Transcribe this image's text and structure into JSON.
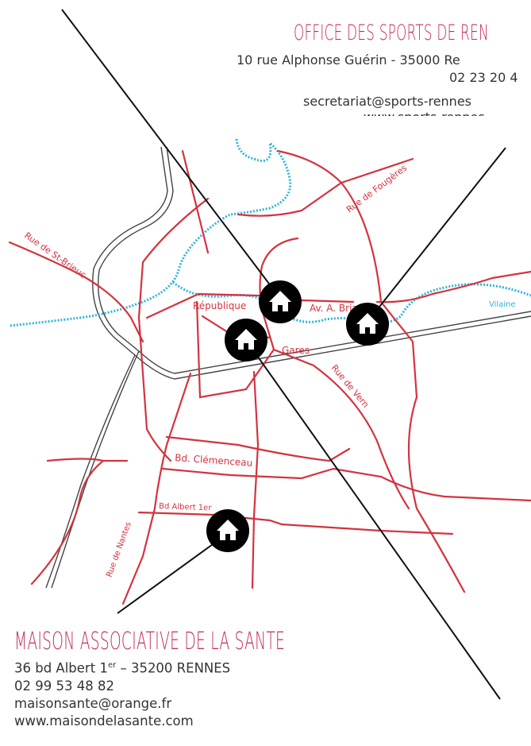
{
  "office": {
    "title": "OFFICE DES SPORTS DE REN",
    "address": "10 rue Alphonse Guérin - 35000 Re",
    "phone": "02 23 20 4",
    "email": "secretariat@sports-rennes",
    "website": "www.sports-rennes"
  },
  "maison": {
    "title": "MAISON ASSOCIATIVE DE LA SANTE",
    "address_street": "36 bd Albert 1",
    "address_sup": "er",
    "address_city": " – 35200 RENNES",
    "phone": "02 99 53 48 82",
    "email": "maisonsante@orange.fr",
    "website": "www.maisondelasante.com"
  },
  "map": {
    "street_labels": {
      "fougeres": "Rue de Fougères",
      "st_brieuc": "Rue de St-Brieuc",
      "republique": "République",
      "briand": "Av. A. Briand",
      "gares": "Gares",
      "vern": "Rue de Vern",
      "clemenceau": "Bd. Clémenceau",
      "albert": "Bd Albert 1er",
      "nantes": "Rue de Nantes"
    },
    "river_label": "Vilaine",
    "colors": {
      "street": "#d3333f",
      "river": "#2fb4d8",
      "marker": "#000000",
      "title": "#c42c5a"
    },
    "markers": [
      "home-icon",
      "home-icon",
      "home-icon",
      "home-icon"
    ]
  }
}
